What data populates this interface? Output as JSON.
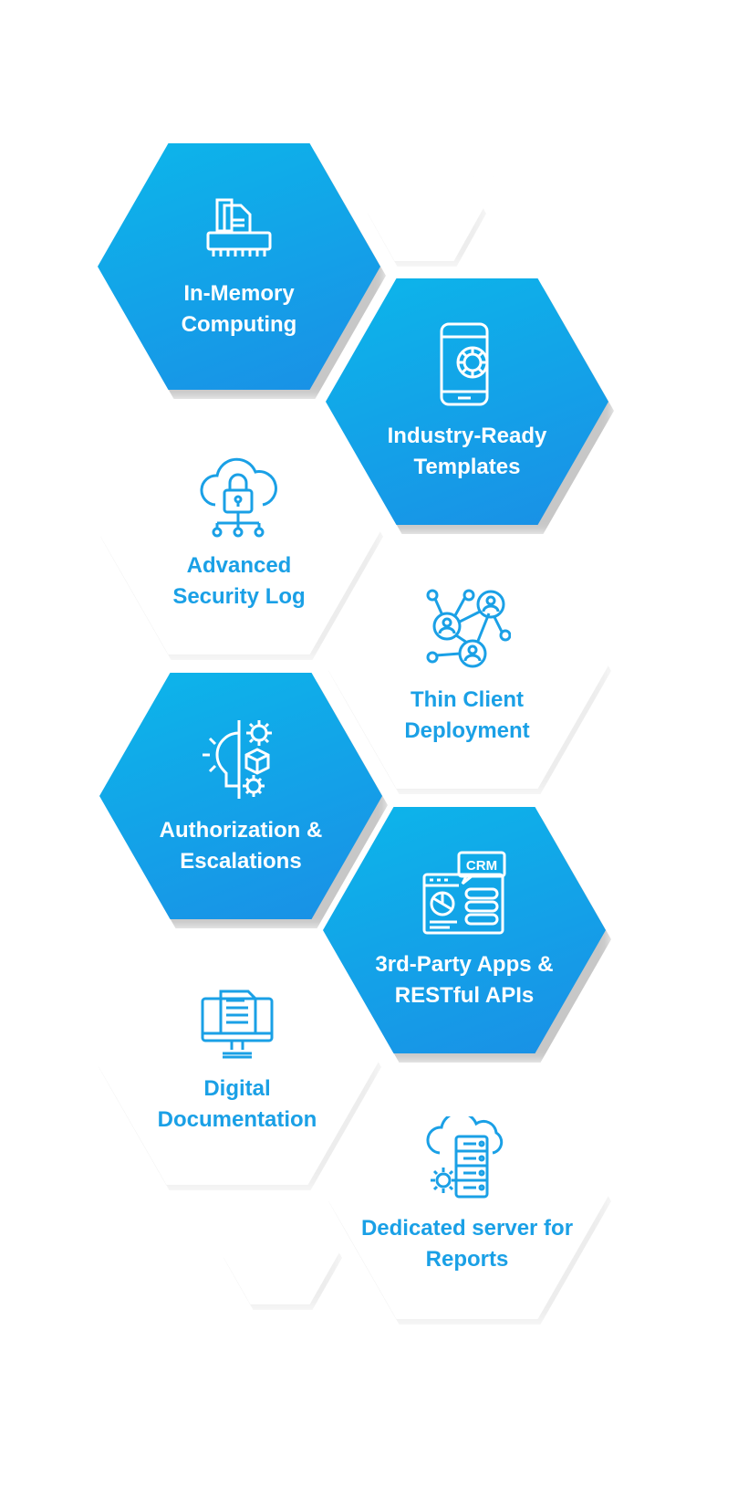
{
  "cards": [
    {
      "id": "in-memory",
      "label": "In-Memory\nComputing",
      "icon": "memory-chip-icon"
    },
    {
      "id": "industry-templates",
      "label": "Industry-Ready\nTemplates",
      "icon": "mobile-gear-icon"
    },
    {
      "id": "security-log",
      "label": "Advanced\nSecurity Log",
      "icon": "cloud-lock-icon"
    },
    {
      "id": "thin-client",
      "label": "Thin Client\nDeployment",
      "icon": "user-network-icon"
    },
    {
      "id": "authorization",
      "label": "Authorization &\nEscalations",
      "icon": "head-gears-icon"
    },
    {
      "id": "third-party",
      "label": "3rd-Party Apps &\nRESTful APIs",
      "icon": "crm-dashboard-icon",
      "icon_text": "CRM"
    },
    {
      "id": "documentation",
      "label": "Digital\nDocumentation",
      "icon": "monitor-document-icon"
    },
    {
      "id": "dedicated-server",
      "label": "Dedicated server for\nReports",
      "icon": "cloud-server-icon"
    }
  ],
  "colors": {
    "blue_start": "#0cb6ea",
    "blue_end": "#1a8fe6",
    "label_blue": "#1aa0e6",
    "white": "#ffffff"
  }
}
